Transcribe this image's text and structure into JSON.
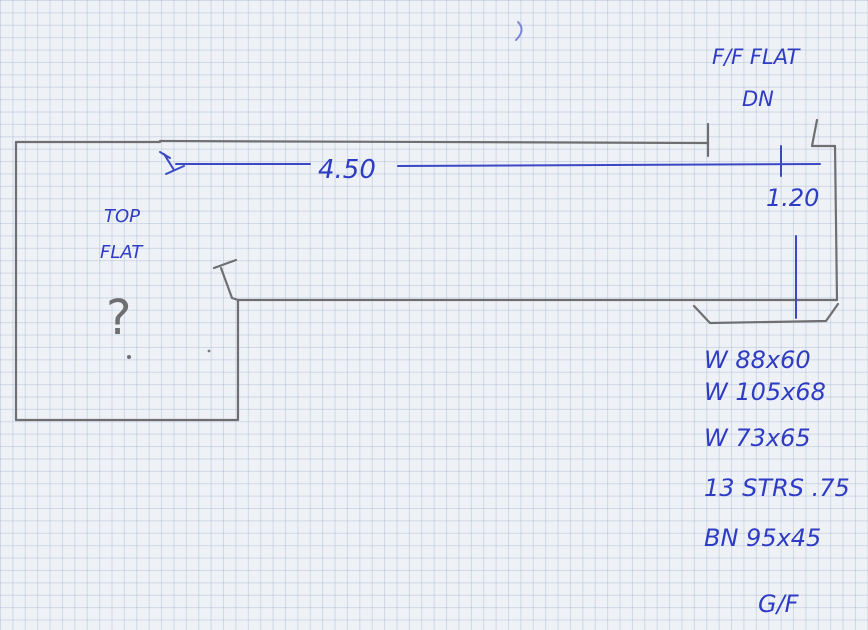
{
  "labels": {
    "ff_flat": "F/F FLAT",
    "dn": "DN",
    "length": "4.50",
    "width_dim": "1.20",
    "top_flat_line1": "TOP",
    "top_flat_line2": "FLAT",
    "question": "?",
    "gf": "G/F"
  },
  "notes": [
    "W 88x60",
    "W 105x68",
    "W 73x65",
    "13 STRS .75",
    "BN 95x45"
  ],
  "colors": {
    "paper": "#eef1f6",
    "grid": "#96aac8",
    "pencil": "#6f6f72",
    "ink": "#3a48c4"
  }
}
